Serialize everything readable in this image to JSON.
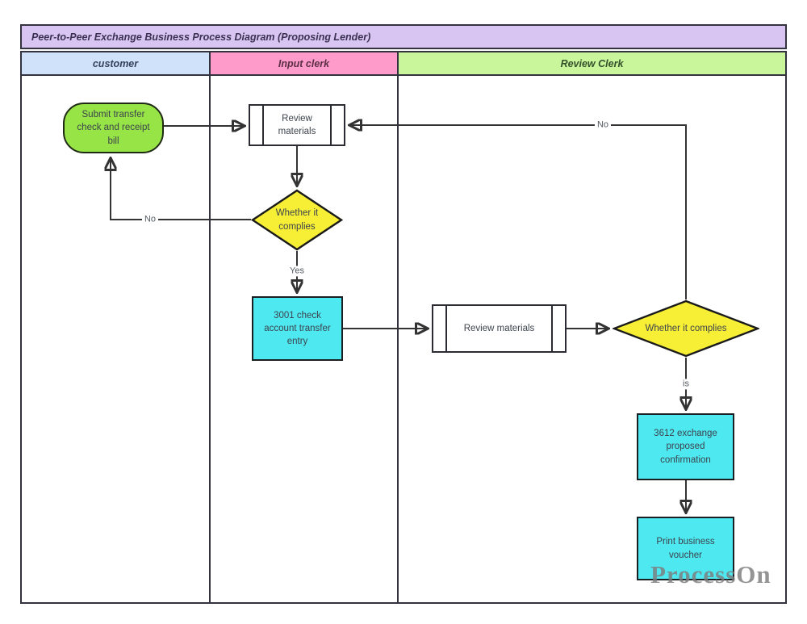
{
  "diagram": {
    "title": "Peer-to-Peer Exchange Business Process Diagram (Proposing Lender)",
    "watermark": "ProcessOn"
  },
  "colors": {
    "title_bar": "#d9c5f1",
    "lane_customer": "#cfe2fa",
    "lane_input_clerk": "#ff9bcb",
    "lane_review_clerk": "#c9f59b",
    "terminator_green": "#97e447",
    "decision_yellow": "#f7ef35",
    "process_cyan": "#4ee8f0",
    "line": "#333333"
  },
  "lanes": [
    {
      "label": "customer"
    },
    {
      "label": "Input clerk"
    },
    {
      "label": "Review Clerk"
    }
  ],
  "nodes": {
    "submit": {
      "type": "terminator",
      "lane": "customer",
      "label": "Submit transfer check and receipt bill"
    },
    "review1": {
      "type": "predefined-process",
      "lane": "Input clerk",
      "label": "Review materials"
    },
    "decision1": {
      "type": "decision",
      "lane": "Input clerk",
      "label": "Whether it complies"
    },
    "entry3001": {
      "type": "process",
      "lane": "Input clerk",
      "label": "3001 check account transfer entry"
    },
    "review2": {
      "type": "predefined-process",
      "lane": "Review Clerk",
      "label": "Review materials"
    },
    "decision2": {
      "type": "decision",
      "lane": "Review Clerk",
      "label": "Whether it complies"
    },
    "confirm3612": {
      "type": "process",
      "lane": "Review Clerk",
      "label": "3612 exchange proposed confirmation"
    },
    "print": {
      "type": "process",
      "lane": "Review Clerk",
      "label": "Print business voucher"
    }
  },
  "edges": [
    {
      "from": "submit",
      "to": "review1",
      "label": ""
    },
    {
      "from": "review1",
      "to": "decision1",
      "label": ""
    },
    {
      "from": "decision1",
      "to": "submit",
      "label": "No"
    },
    {
      "from": "decision1",
      "to": "entry3001",
      "label": "Yes"
    },
    {
      "from": "entry3001",
      "to": "review2",
      "label": ""
    },
    {
      "from": "review2",
      "to": "decision2",
      "label": ""
    },
    {
      "from": "decision2",
      "to": "confirm3612",
      "label": "is"
    },
    {
      "from": "confirm3612",
      "to": "print",
      "label": ""
    },
    {
      "from": "decision2",
      "to": "review1",
      "label": "No"
    }
  ]
}
